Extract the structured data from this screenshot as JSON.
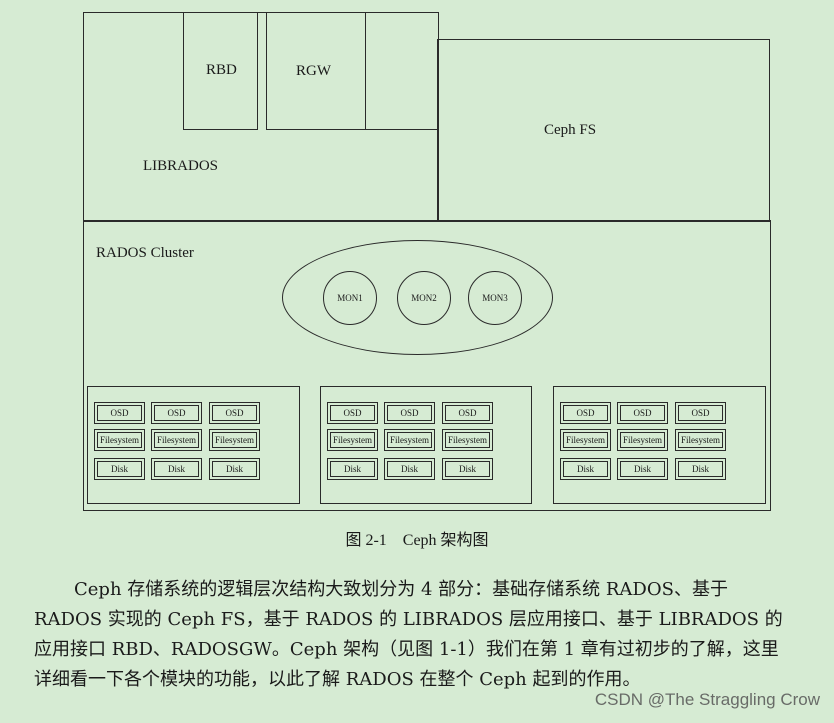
{
  "diagram": {
    "rbd": "RBD",
    "rgw": "RGW",
    "librados": "LIBRADOS",
    "cephfs": "Ceph FS",
    "rados_cluster": "RADOS Cluster",
    "mons": [
      "MON1",
      "MON2",
      "MON3"
    ],
    "groups": [
      {
        "rows": [
          [
            "OSD",
            "OSD",
            "OSD"
          ],
          [
            "Filesystem",
            "Filesystem",
            "Filesystem"
          ],
          [
            "Disk",
            "Disk",
            "Disk"
          ]
        ]
      },
      {
        "rows": [
          [
            "OSD",
            "OSD",
            "OSD"
          ],
          [
            "Filesystem",
            "Filesystem",
            "Filesystem"
          ],
          [
            "Disk",
            "Disk",
            "Disk"
          ]
        ]
      },
      {
        "rows": [
          [
            "OSD",
            "OSD",
            "OSD"
          ],
          [
            "Filesystem",
            "Filesystem",
            "Filesystem"
          ],
          [
            "Disk",
            "Disk",
            "Disk"
          ]
        ]
      }
    ]
  },
  "caption": "图 2-1　Ceph 架构图",
  "paragraph": [
    "Ceph 存储系统的逻辑层次结构大致划分为 4 部分：基础存储系统 RADOS、基于",
    "RADOS 实现的 Ceph FS，基于 RADOS 的 LIBRADOS 层应用接口、基于 LIBRADOS 的",
    "应用接口 RBD、RADOSGW。Ceph 架构（见图 1-1）我们在第 1 章有过初步的了解，这里",
    "详细看一下各个模块的功能，以此了解 RADOS 在整个 Ceph 起到的作用。"
  ],
  "watermark": "CSDN @The Straggling Crow"
}
